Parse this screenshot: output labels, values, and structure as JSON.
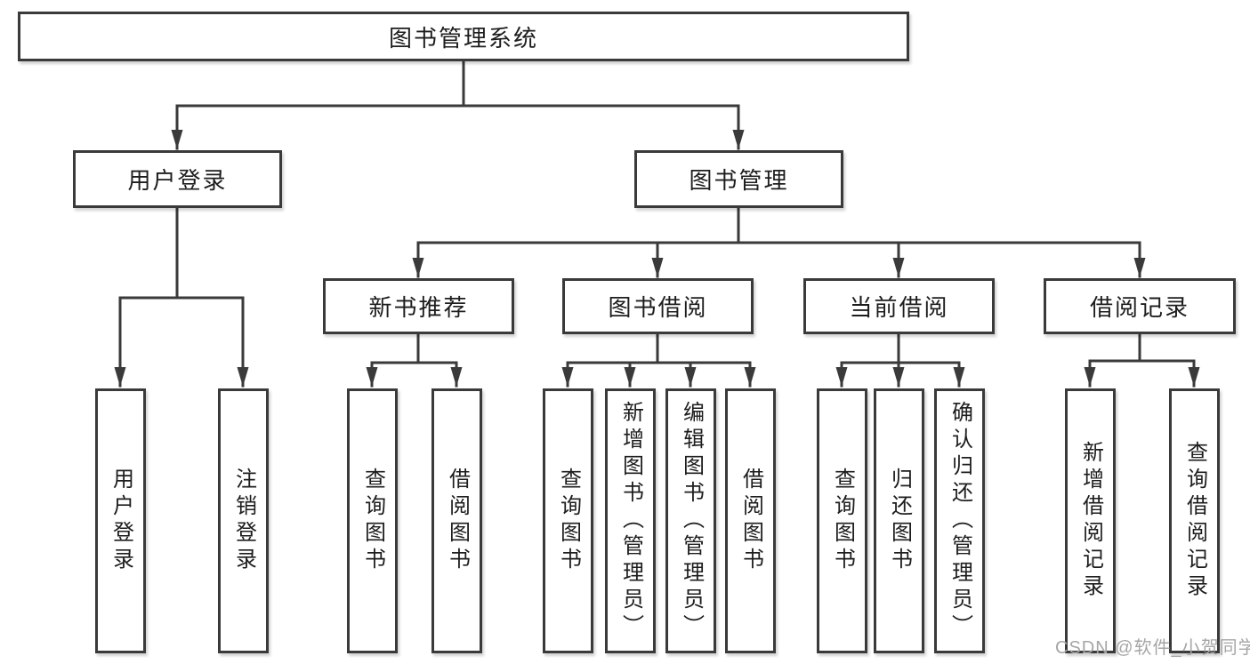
{
  "diagram_title": "图书管理系统",
  "tree": {
    "label": "图书管理系统",
    "children": [
      {
        "label": "用户登录",
        "children": [
          {
            "label": "用户登录"
          },
          {
            "label": "注销登录"
          }
        ]
      },
      {
        "label": "图书管理",
        "children": [
          {
            "label": "新书推荐",
            "children": [
              {
                "label": "查询图书"
              },
              {
                "label": "借阅图书"
              }
            ]
          },
          {
            "label": "图书借阅",
            "children": [
              {
                "label": "查询图书"
              },
              {
                "label": "新增图书（管理员）"
              },
              {
                "label": "编辑图书（管理员）"
              },
              {
                "label": "借阅图书"
              }
            ]
          },
          {
            "label": "当前借阅",
            "children": [
              {
                "label": "查询图书"
              },
              {
                "label": "归还图书"
              },
              {
                "label": "确认归还（管理员）"
              }
            ]
          },
          {
            "label": "借阅记录",
            "children": [
              {
                "label": "新增借阅记录"
              },
              {
                "label": "查询借阅记录"
              }
            ]
          }
        ]
      }
    ]
  },
  "watermark": {
    "text": "CSDN @软件_小贺同学"
  },
  "colors": {
    "line": "#3a3a3a",
    "box_border": "#3a3a3a",
    "text": "#1d1d1d",
    "watermark": "#a6a6a6",
    "background": "#ffffff"
  }
}
